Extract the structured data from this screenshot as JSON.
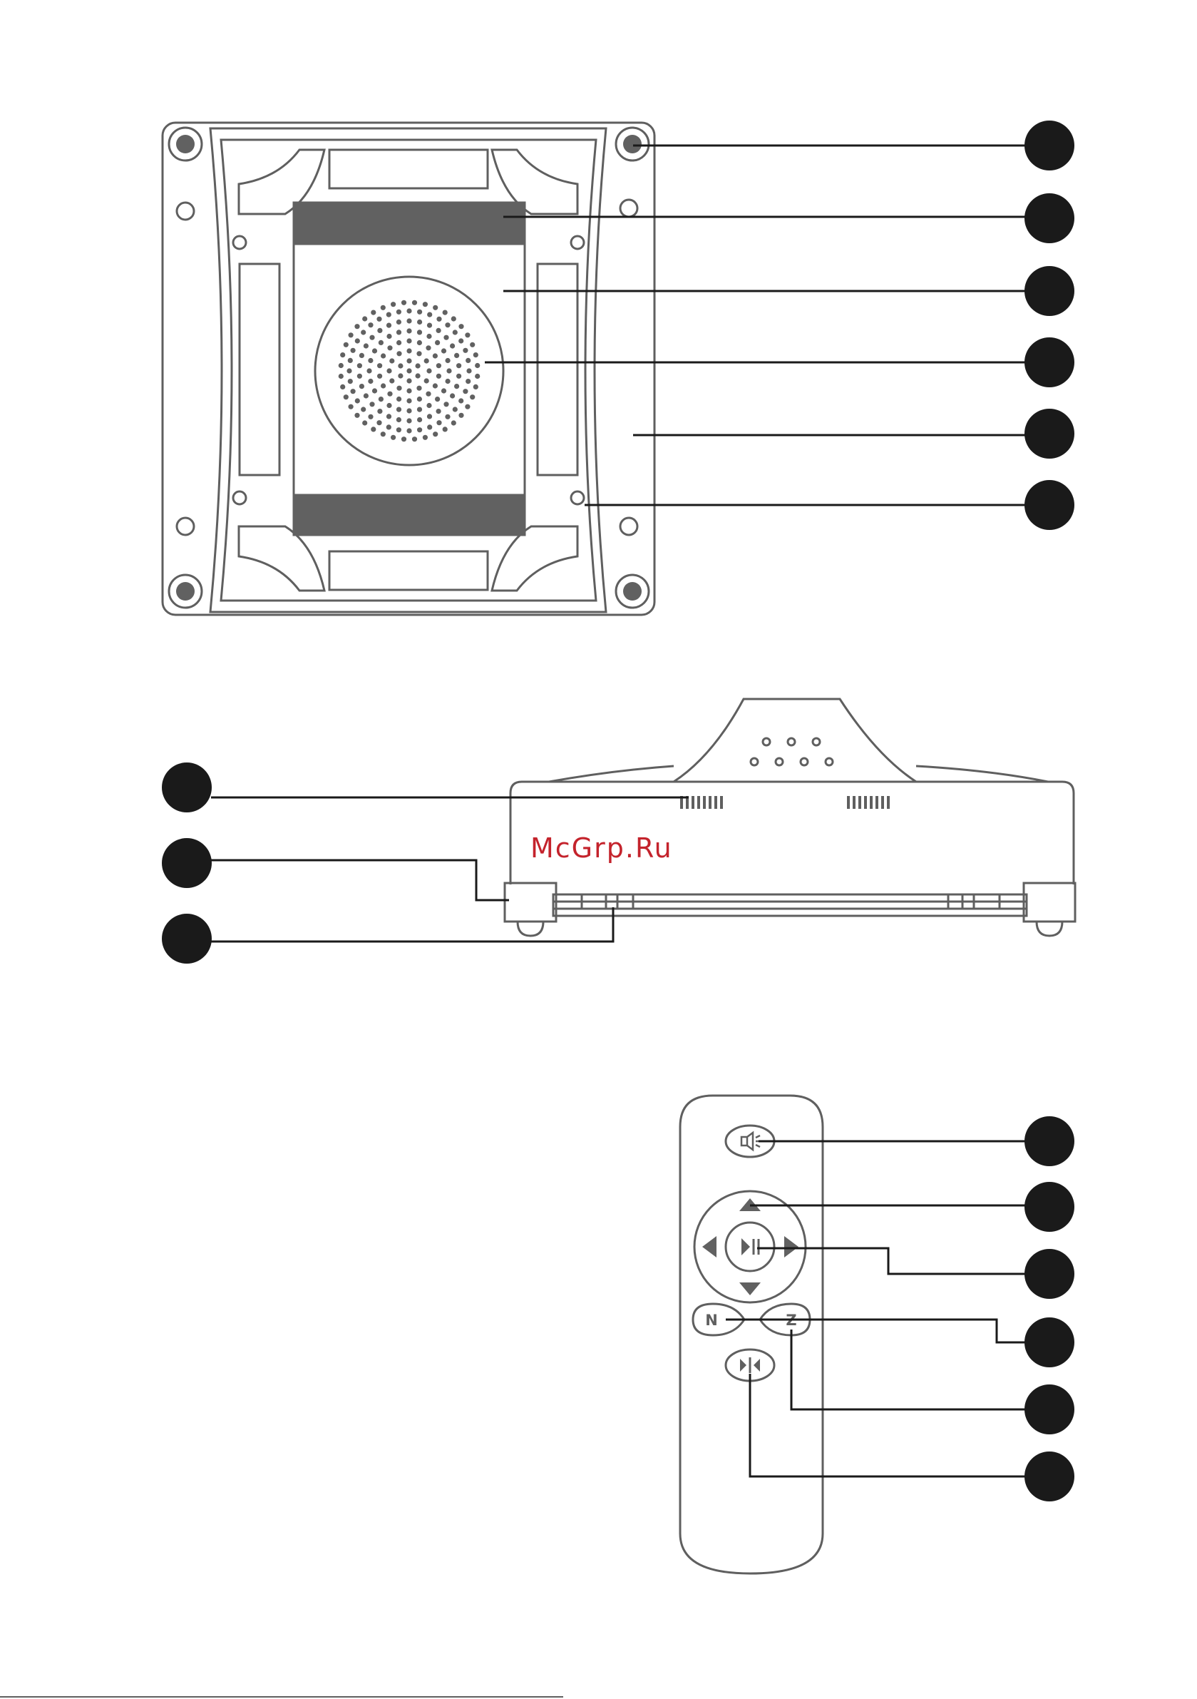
{
  "watermark": {
    "text": "McGrp.Ru"
  },
  "remote": {
    "buttons": {
      "n_label": "N",
      "z_label": "Z"
    }
  },
  "colors": {
    "line": "#5f5f5f",
    "callout_dot": "#1a1a1a",
    "fill_dark": "#616161",
    "watermark": "#c4232c"
  },
  "figures": [
    {
      "name": "robot-bottom-view",
      "callout_count": 6
    },
    {
      "name": "robot-side-view",
      "callout_count": 3
    },
    {
      "name": "remote-control",
      "callout_count": 6
    }
  ]
}
